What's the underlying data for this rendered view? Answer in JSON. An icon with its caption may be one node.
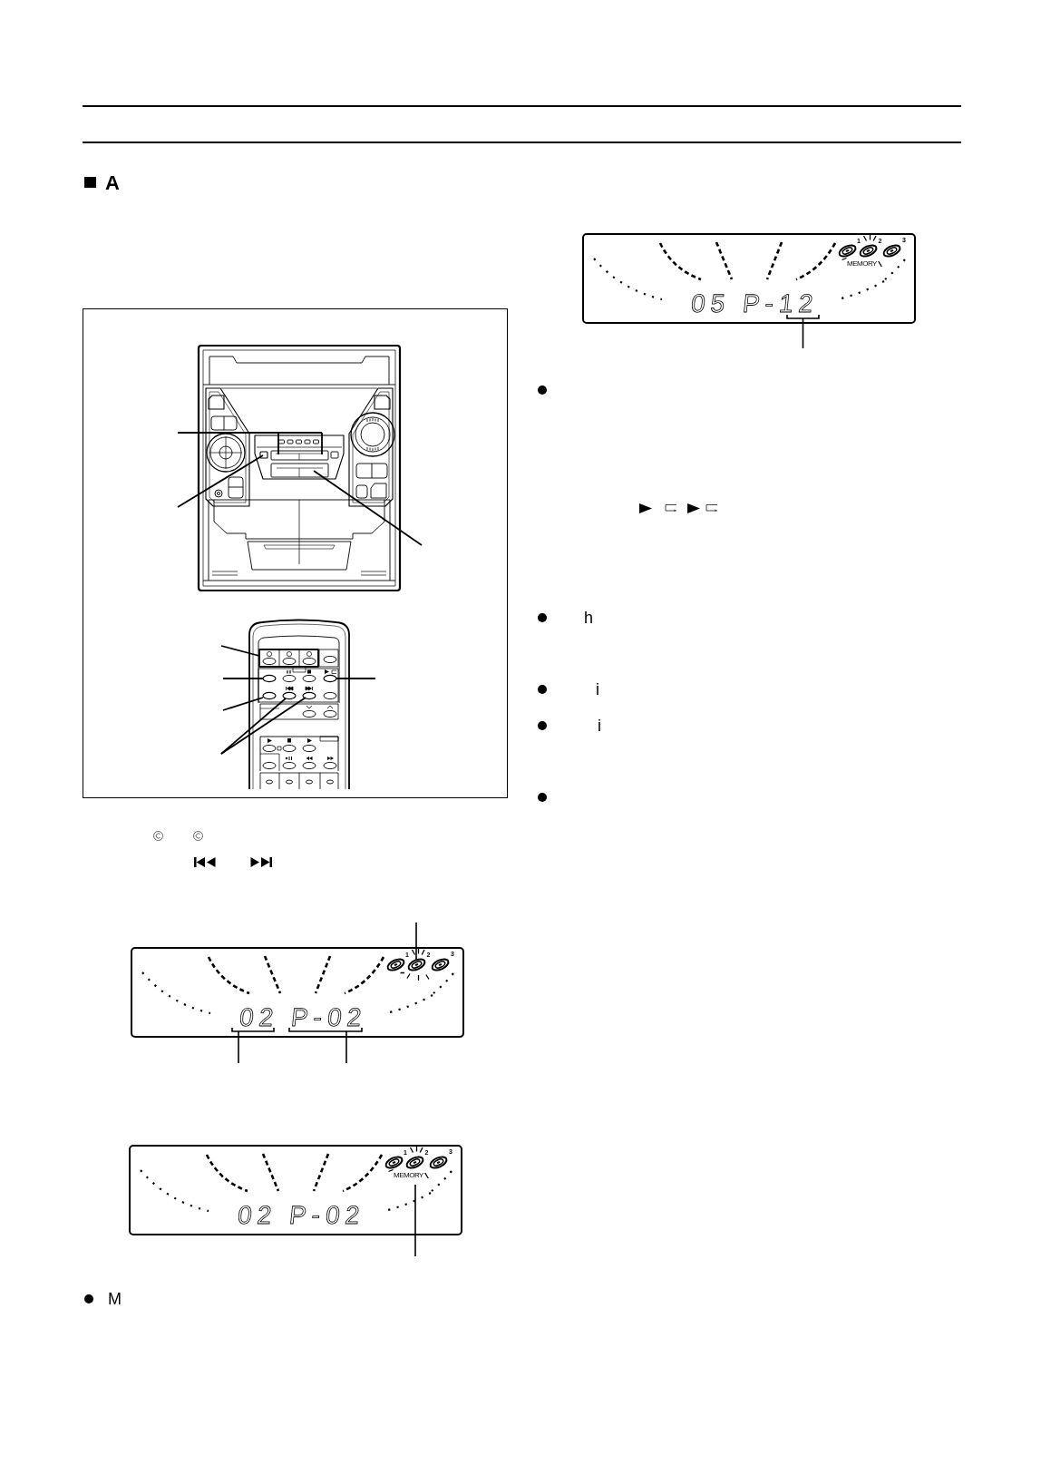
{
  "diagram": {
    "title": "A",
    "nodes": [
      {
        "text": [
          "1",
          "2",
          "3",
          "02 P-02"
        ]
      },
      {
        "text": [
          "1",
          "2",
          "3",
          "MEMORY",
          "02 P-02"
        ]
      },
      {
        "text": [
          "1",
          "2",
          "3",
          "MEMORY",
          "05 P-12"
        ]
      }
    ],
    "edges": [
      {
        "from": null,
        "to": 0,
        "arrow": "none"
      },
      {
        "from": null,
        "to": 0,
        "arrow": "none"
      },
      {
        "from": null,
        "to": 0,
        "arrow": "none"
      },
      {
        "from": null,
        "to": 1,
        "arrow": "none"
      },
      {
        "from": null,
        "to": 2,
        "arrow": "none"
      }
    ],
    "labels": [
      "M",
      "h",
      "i",
      "i"
    ]
  }
}
